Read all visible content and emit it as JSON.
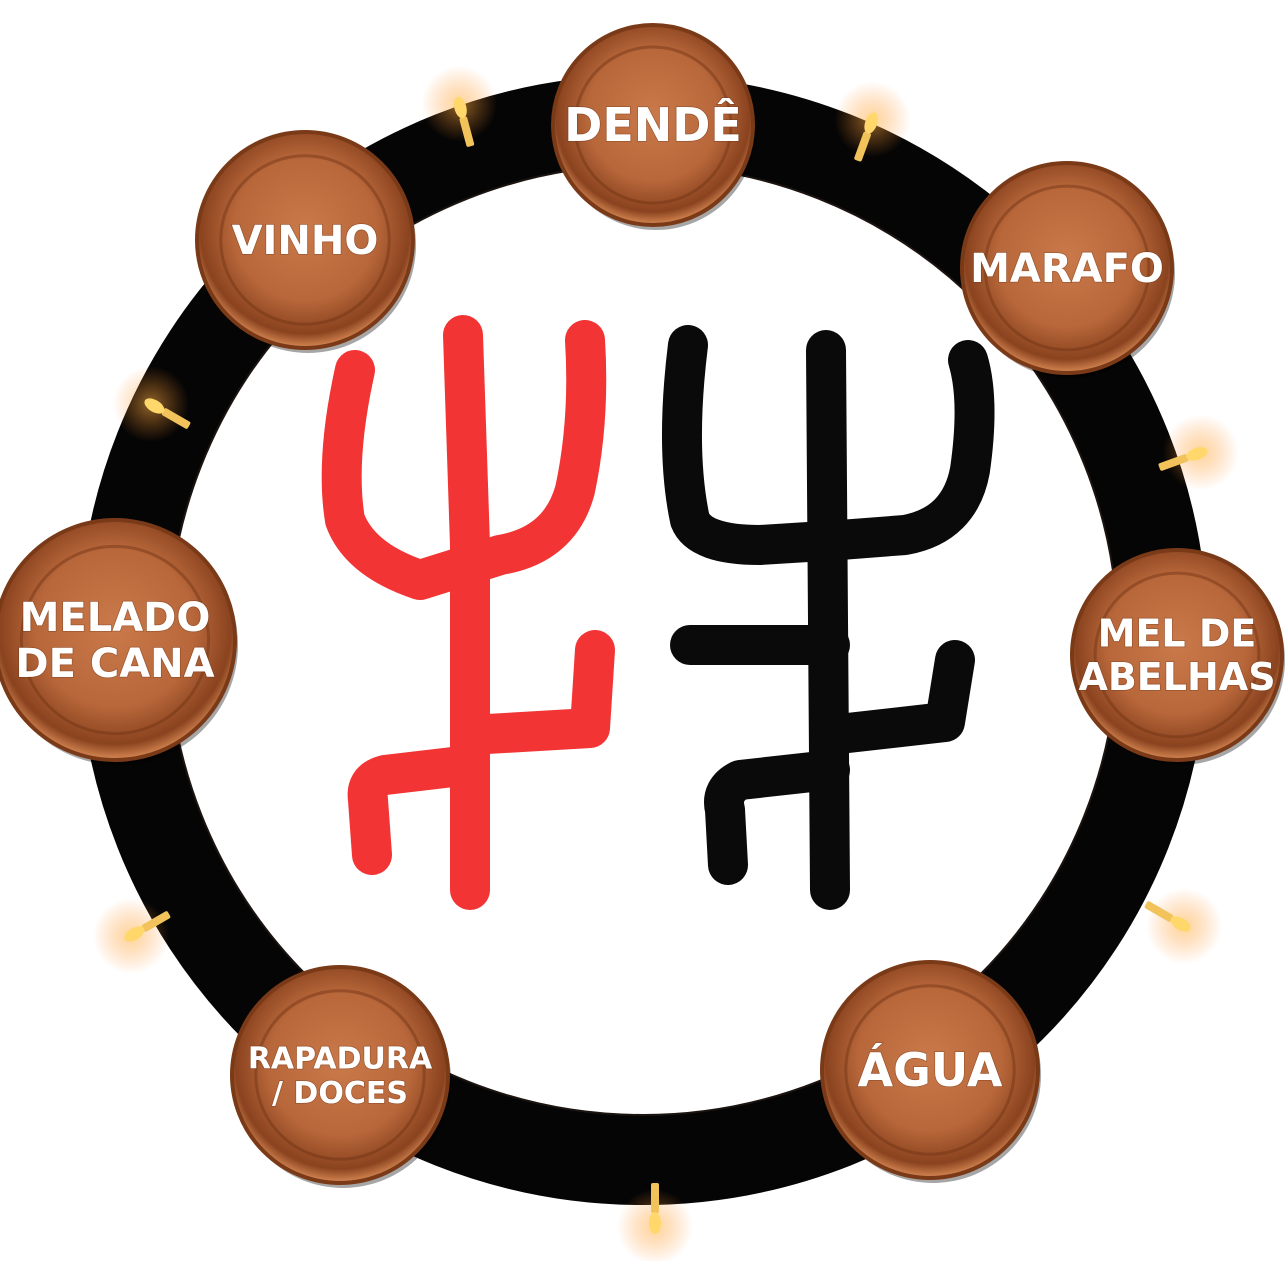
{
  "offerings": [
    {
      "id": "dende",
      "lines": [
        "DENDÊ"
      ]
    },
    {
      "id": "marafo",
      "lines": [
        "MARAFO"
      ]
    },
    {
      "id": "mel-de-abelhas",
      "lines": [
        "MEL DE",
        "ABELHAS"
      ]
    },
    {
      "id": "agua",
      "lines": [
        "ÁGUA"
      ]
    },
    {
      "id": "rapadura-doces",
      "lines": [
        "RAPADURA",
        "/ DOCES"
      ]
    },
    {
      "id": "melado-de-cana",
      "lines": [
        "MELADO",
        "DE CANA"
      ]
    },
    {
      "id": "vinho",
      "lines": [
        "VINHO"
      ]
    }
  ],
  "symbols": [
    {
      "name": "red-trident-symbol",
      "color": "#f23434"
    },
    {
      "name": "black-trident-symbol",
      "color": "#0a0a0a"
    }
  ],
  "colors": {
    "ring": "#050505",
    "plate_rim": "#b8673a",
    "plate_center": "#c9794a",
    "plate_shadow": "#7a3a18",
    "label": "#ffffff",
    "candle_flame": "#ffd76a",
    "candle_body": "#f2c35a"
  }
}
